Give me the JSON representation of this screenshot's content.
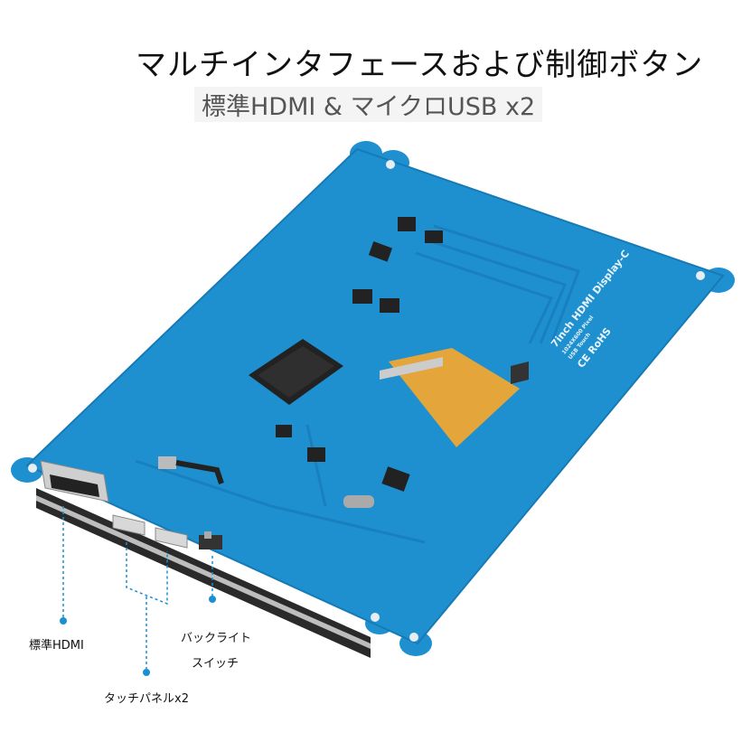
{
  "header": {
    "title": "マルチインタフェースおよび制御ボタン",
    "subtitle": "標準HDMI & マイクロUSB x2"
  },
  "callouts": {
    "hdmi": "標準HDMI",
    "touch": "タッチパネルx2",
    "backlight_line1": "バックライト",
    "backlight_line2": "スイッチ"
  },
  "board_silkscreen": {
    "model": "7inch HDMI Display-C",
    "resolution": "1024X600 Pixel",
    "touch": "USB Touch",
    "marks": "CE RoHS"
  },
  "colors": {
    "board": "#1e90d0",
    "callout": "#1a8fd6"
  }
}
